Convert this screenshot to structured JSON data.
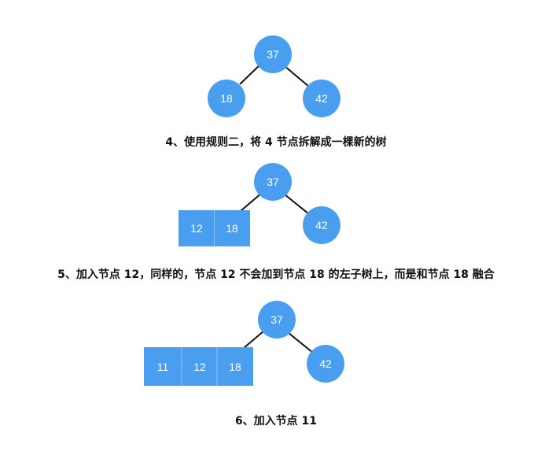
{
  "colors": {
    "node_fill": "#4a9ef0",
    "node_text": "#ffffff",
    "edge": "#111111",
    "block_divider": "#8ec4f7",
    "caption": "#111111"
  },
  "steps": [
    {
      "root": "37",
      "left": [
        "18"
      ],
      "right": "42",
      "caption": "4、使用规则二，将 4 节点拆解成一棵新的树"
    },
    {
      "root": "37",
      "left": [
        "12",
        "18"
      ],
      "right": "42",
      "caption": "5、加入节点 12，同样的，节点 12 不会加到节点 18 的左子树上，而是和节点 18 融合"
    },
    {
      "root": "37",
      "left": [
        "11",
        "12",
        "18"
      ],
      "right": "42",
      "caption": "6、加入节点 11"
    }
  ]
}
